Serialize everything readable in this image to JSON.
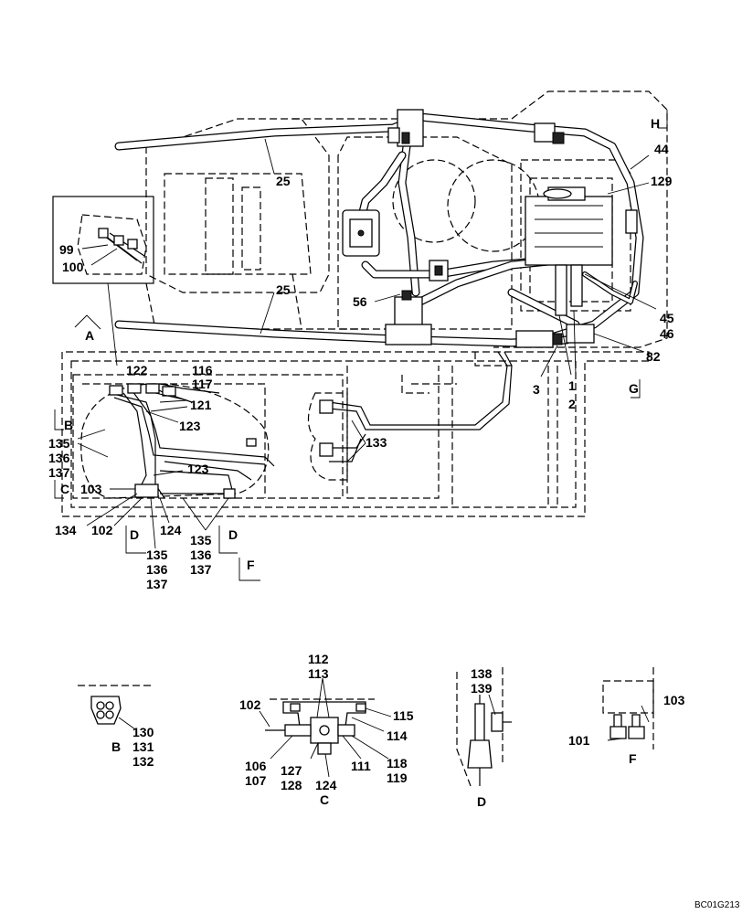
{
  "drawing_code": "BC01G213",
  "main_labels": {
    "l25a": "25",
    "l25b": "25",
    "l44": "44",
    "l129": "129",
    "l56": "56",
    "l45": "45",
    "l46": "46",
    "l82": "82",
    "l3": "3",
    "l1": "1",
    "l2": "2",
    "l99": "99",
    "l100": "100",
    "l116": "116",
    "l117": "117",
    "l122": "122",
    "l121": "121",
    "l123a": "123",
    "l123b": "123",
    "l133": "133",
    "l135a": "135",
    "l136a": "136",
    "l137a": "137",
    "l103": "103",
    "l134": "134",
    "l102": "102",
    "l124": "124",
    "l135b": "135",
    "l136b": "136",
    "l137b": "137",
    "l135c": "135",
    "l136c": "136",
    "l137c": "137"
  },
  "view_markers": {
    "A": "A",
    "B": "B",
    "C": "C",
    "D1": "D",
    "D2": "D",
    "F": "F",
    "G": "G",
    "H": "H"
  },
  "detail_B": {
    "title": "B",
    "labels": [
      "130",
      "131",
      "132"
    ]
  },
  "detail_C": {
    "title": "C",
    "l112": "112",
    "l113": "113",
    "l102": "102",
    "l115": "115",
    "l114": "114",
    "l106": "106",
    "l107": "107",
    "l127": "127",
    "l128": "128",
    "l111": "111",
    "l118": "118",
    "l119": "119",
    "l124": "124"
  },
  "detail_D": {
    "title": "D",
    "l138": "138",
    "l139": "139"
  },
  "detail_F": {
    "title": "F",
    "l103": "103",
    "l101": "101"
  }
}
